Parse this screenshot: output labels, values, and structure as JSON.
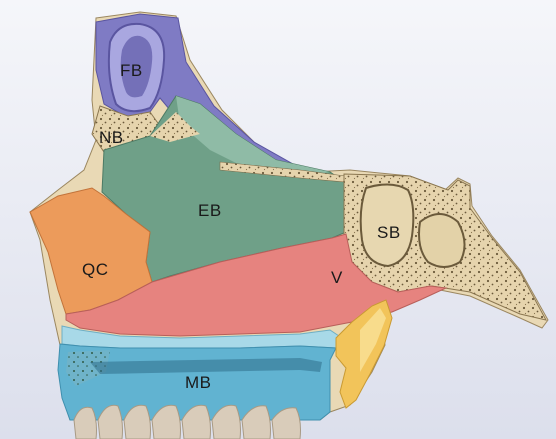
{
  "diagram": {
    "labels": {
      "fb": "FB",
      "nb": "NB",
      "eb": "EB",
      "sb": "SB",
      "qc": "QC",
      "v": "V",
      "mb": "MB"
    },
    "colors": {
      "background_top": "#f3f4f9",
      "background_bottom": "#dfe2ef",
      "fb_purple": "#7f7bc4",
      "fb_light": "#a6a4dc",
      "eb_green": "#6d9f86",
      "eb_light": "#8db8a3",
      "qc_orange": "#eb9a5a",
      "v_red": "#e5837f",
      "mb_blue": "#5fb2d0",
      "mb_light": "#a6d8e8",
      "bone_tan": "#e8d8b3",
      "bone_dark": "#6b5a3b",
      "cartilage_yellow": "#f2c35a",
      "teeth": "#d8ccbb"
    }
  }
}
